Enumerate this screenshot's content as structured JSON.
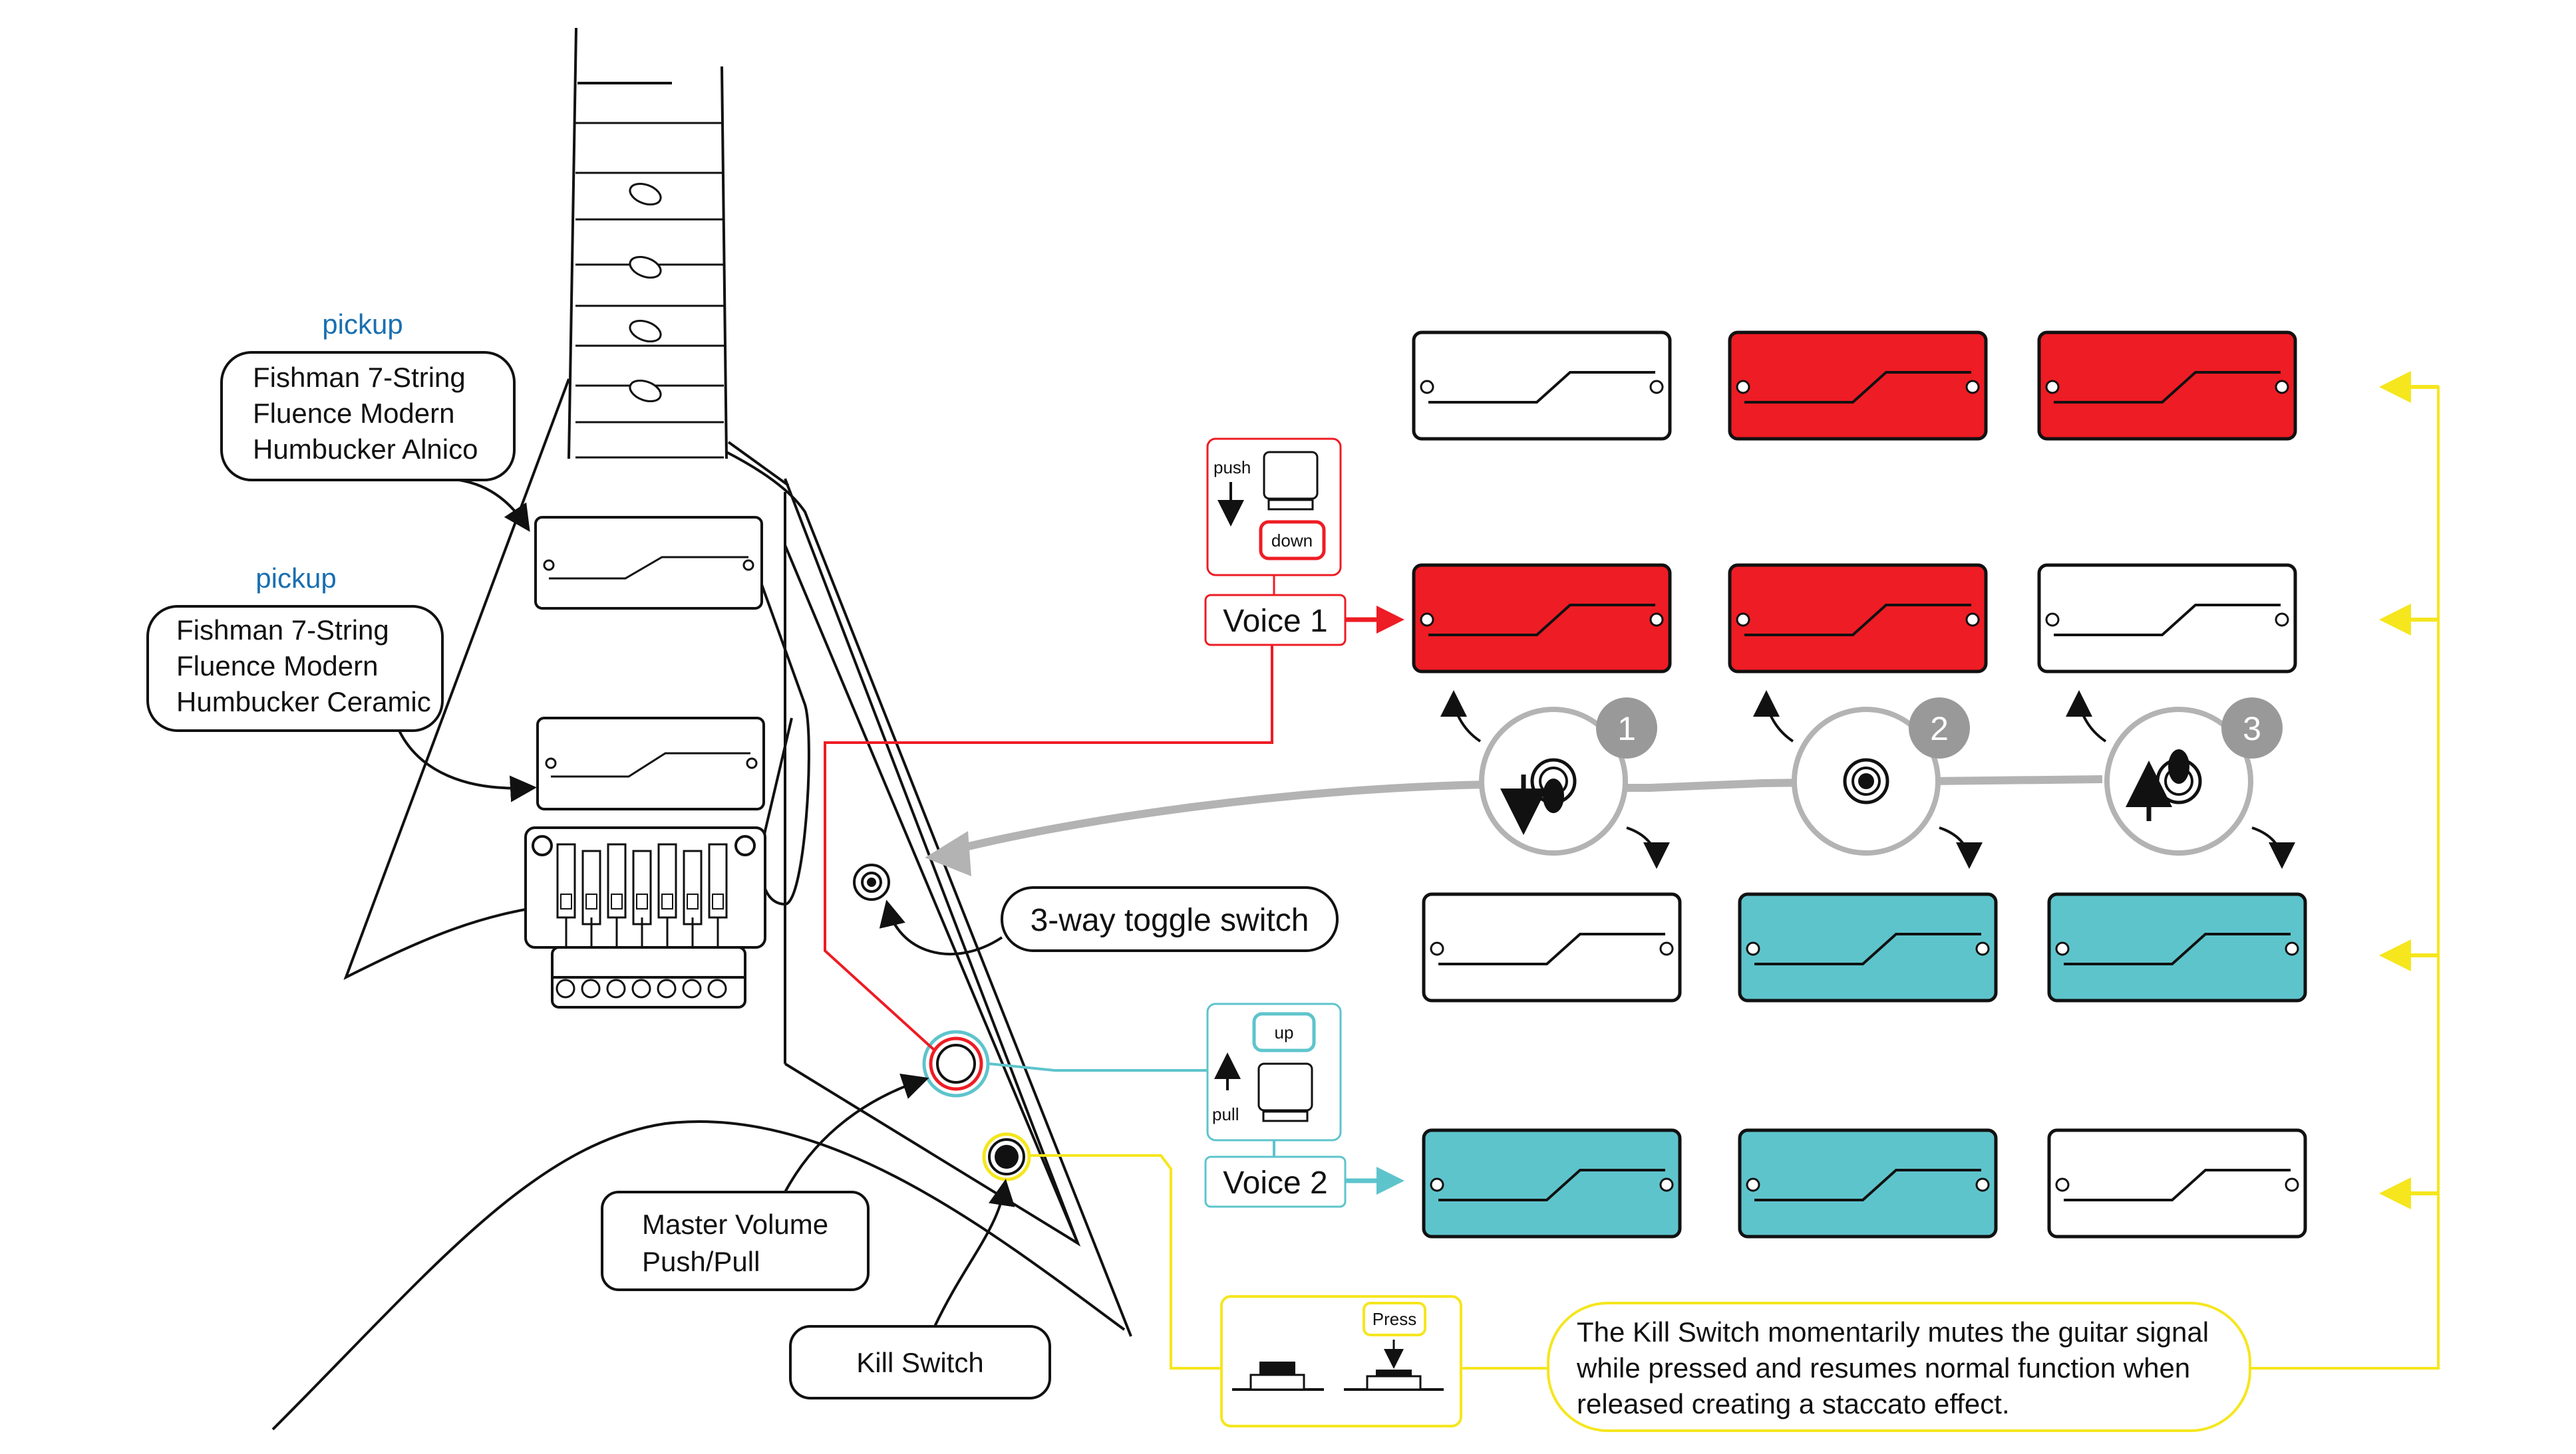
{
  "pickups": {
    "neck": {
      "header": "pickup",
      "lines": [
        "Fishman 7-String",
        "Fluence Modern",
        "Humbucker Alnico"
      ]
    },
    "bridge": {
      "header": "pickup",
      "lines": [
        "Fishman 7-String",
        "Fluence Modern",
        "Humbucker Ceramic"
      ]
    }
  },
  "controls": {
    "toggle_label": "3-way toggle switch",
    "master_volume_lines": [
      "Master Volume",
      "Push/Pull"
    ],
    "kill_switch_label": "Kill Switch"
  },
  "voices": {
    "voice1": {
      "label": "Voice 1",
      "action": "push",
      "state": "down",
      "color": "#ee1c24"
    },
    "voice2": {
      "label": "Voice 2",
      "action": "pull",
      "state": "up",
      "color": "#5ec4cc"
    }
  },
  "kill_switch": {
    "press_label": "Press",
    "description_lines": [
      "The Kill Switch momentarily mutes the guitar signal",
      "while pressed and resumes normal function when",
      "released creating a staccato effect."
    ],
    "color": "#f5e61e"
  },
  "positions": [
    {
      "number": "1",
      "lever": "down",
      "voice1_neck": false,
      "voice1_bridge": true,
      "voice2_neck": false,
      "voice2_bridge": true
    },
    {
      "number": "2",
      "lever": "middle",
      "voice1_neck": true,
      "voice1_bridge": true,
      "voice2_neck": true,
      "voice2_bridge": true
    },
    {
      "number": "3",
      "lever": "up",
      "voice1_neck": true,
      "voice1_bridge": false,
      "voice2_neck": true,
      "voice2_bridge": false
    }
  ],
  "colors": {
    "voice1_active": "#ee1c24",
    "voice2_active": "#5ec4cc",
    "inactive": "#ffffff",
    "toggle_gray": "#b3b3b3",
    "number_badge": "#999999",
    "pickup_header": "#1a6fb0"
  }
}
